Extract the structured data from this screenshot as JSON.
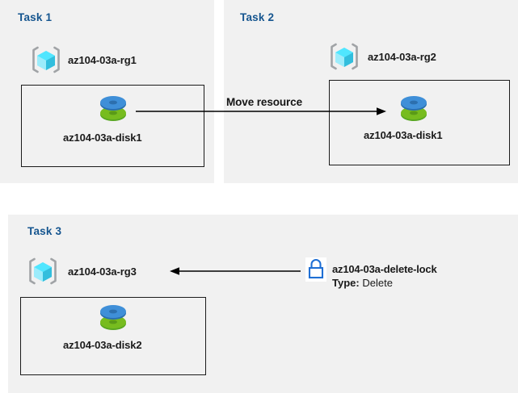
{
  "colors": {
    "panel_bg": "#f1f1f1",
    "page_bg": "#ffffff",
    "title_blue": "#15558f",
    "box_border": "#1b1b1b",
    "arrow": "#000000",
    "lock_blue": "#1f6fd4",
    "disk_blue": "#3f8fd8",
    "disk_green": "#77bc1f",
    "rg_cube_cyan": "#50e6ff",
    "rg_bracket_gray": "#a0a3a6"
  },
  "panels": [
    {
      "id": "task1",
      "title": "Task 1",
      "resource_group": {
        "icon": "resource-group-icon",
        "label": "az104-03a-rg1"
      },
      "resource": {
        "icon": "managed-disk-icon",
        "label": "az104-03a-disk1"
      }
    },
    {
      "id": "task2",
      "title": "Task 2",
      "resource_group": {
        "icon": "resource-group-icon",
        "label": "az104-03a-rg2"
      },
      "resource": {
        "icon": "managed-disk-icon",
        "label": "az104-03a-disk1"
      }
    },
    {
      "id": "task3",
      "title": "Task 3",
      "resource_group": {
        "icon": "resource-group-icon",
        "label": "az104-03a-rg3"
      },
      "resource": {
        "icon": "managed-disk-icon",
        "label": "az104-03a-disk2"
      },
      "lock": {
        "icon": "lock-icon",
        "name": "az104-03a-delete-lock",
        "type_label": "Type:",
        "type_value": "Delete"
      }
    }
  ],
  "arrows": {
    "move_resource": {
      "label": "Move resource",
      "direction": "right",
      "from": "task1-disk",
      "to": "task2-disk"
    },
    "lock_applies": {
      "label": "",
      "direction": "left",
      "from": "delete-lock",
      "to": "task3-resource-group"
    }
  }
}
